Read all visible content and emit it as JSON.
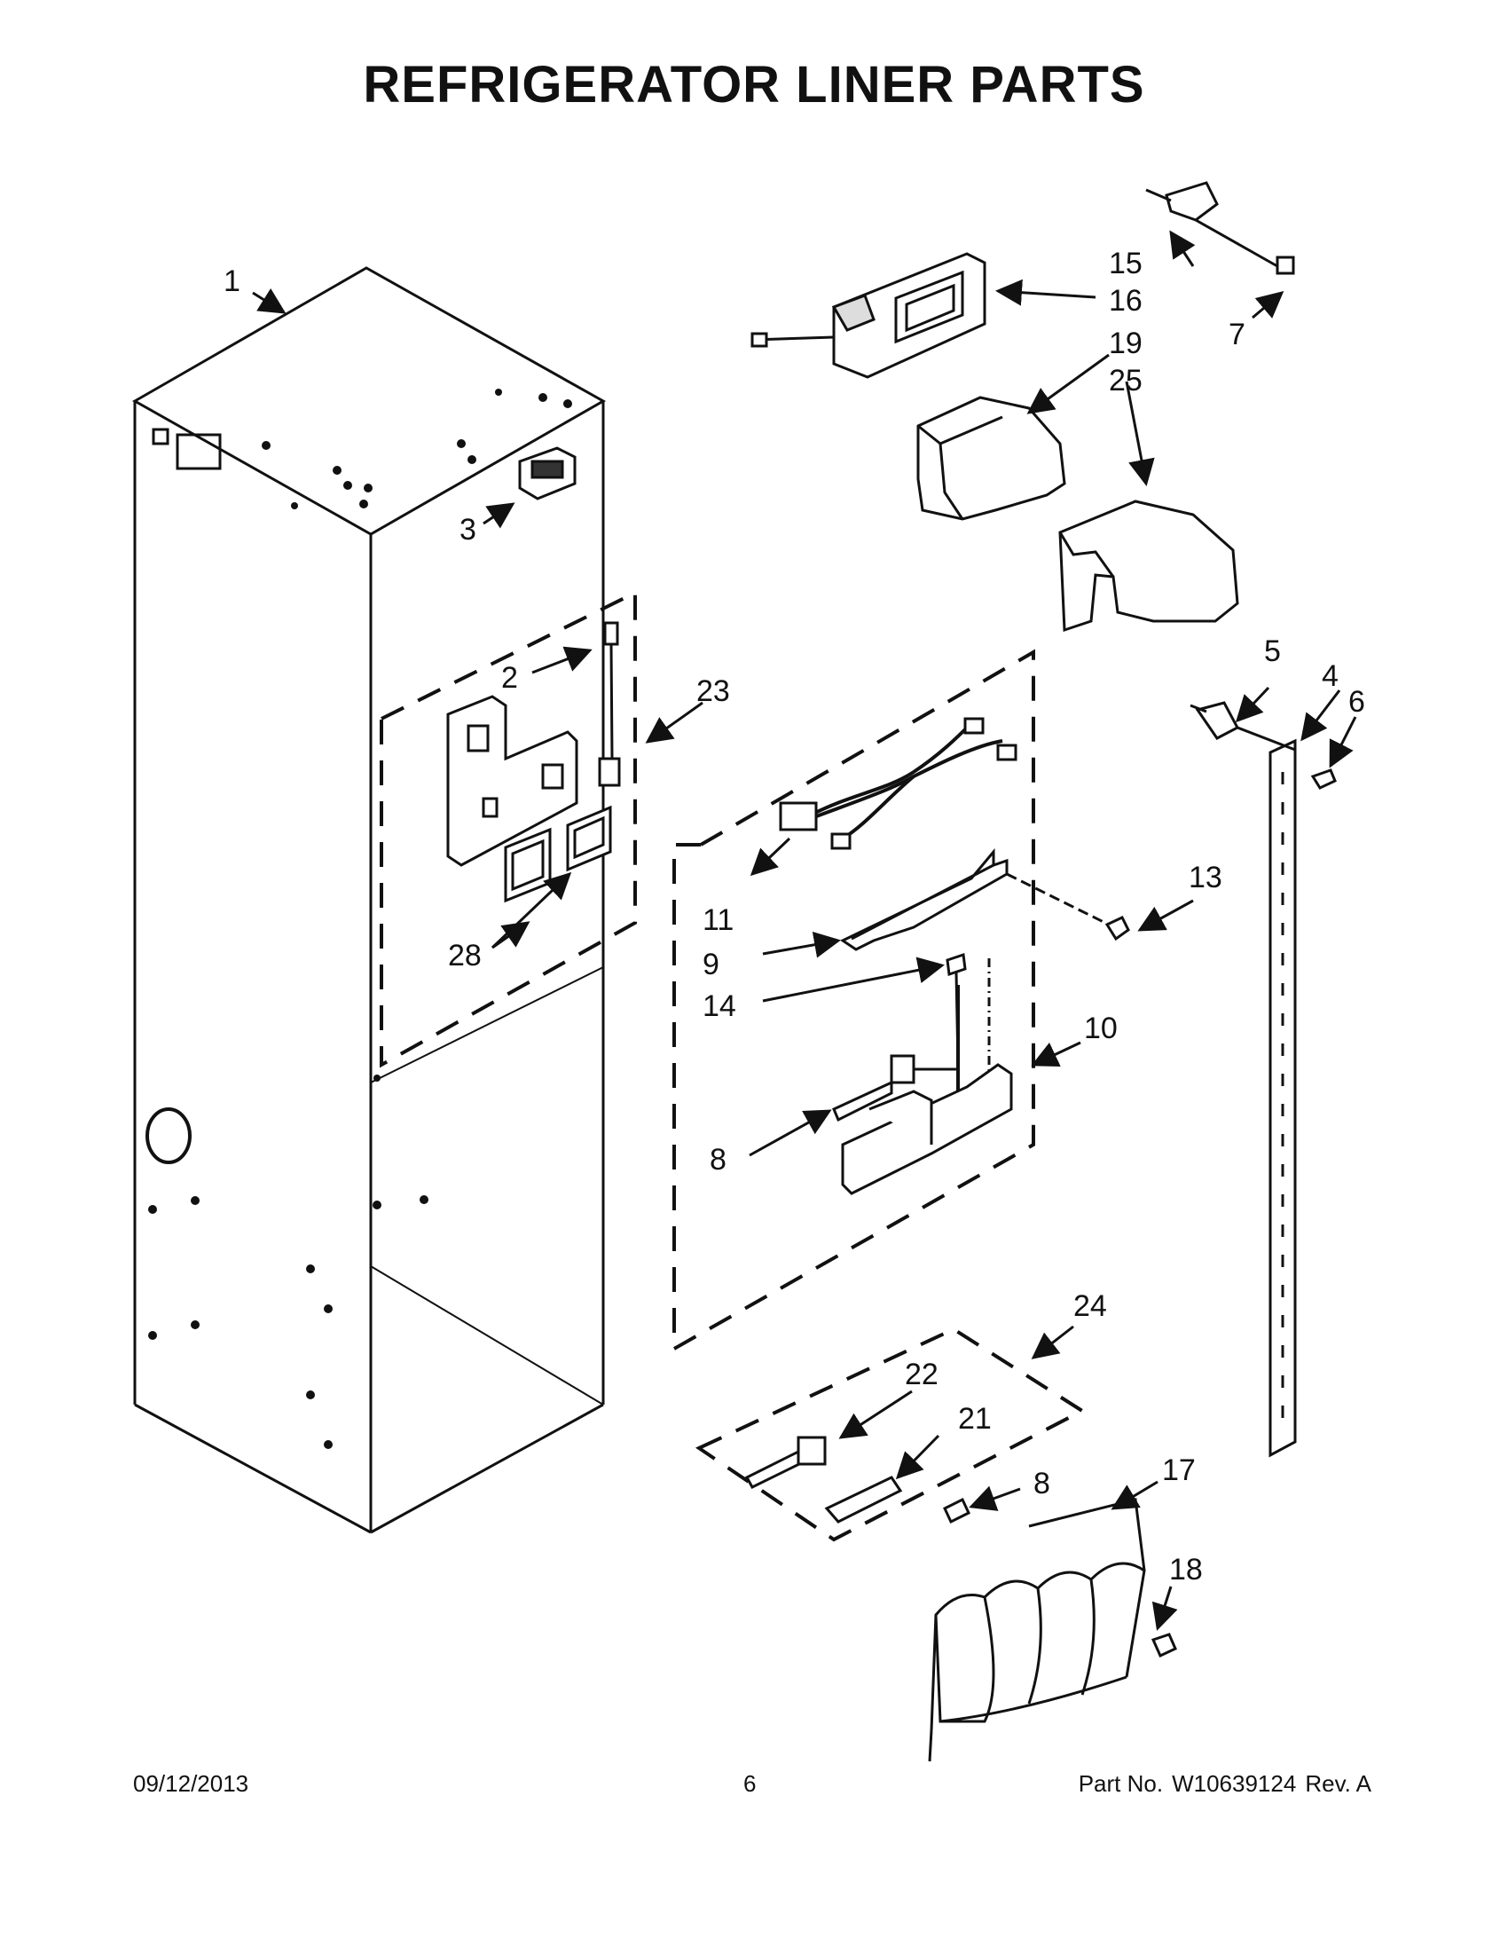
{
  "page_title": "REFRIGERATOR LINER PARTS",
  "callouts": [
    "1",
    "2",
    "3",
    "4",
    "5",
    "6",
    "7",
    "8",
    "8",
    "9",
    "10",
    "11",
    "13",
    "14",
    "15",
    "16",
    "17",
    "18",
    "19",
    "21",
    "22",
    "23",
    "24",
    "25",
    "28"
  ],
  "footer": {
    "date": "09/12/2013",
    "page": "6",
    "part_label": "Part No.",
    "part_number": "W10639124",
    "revision": "Rev. A"
  }
}
